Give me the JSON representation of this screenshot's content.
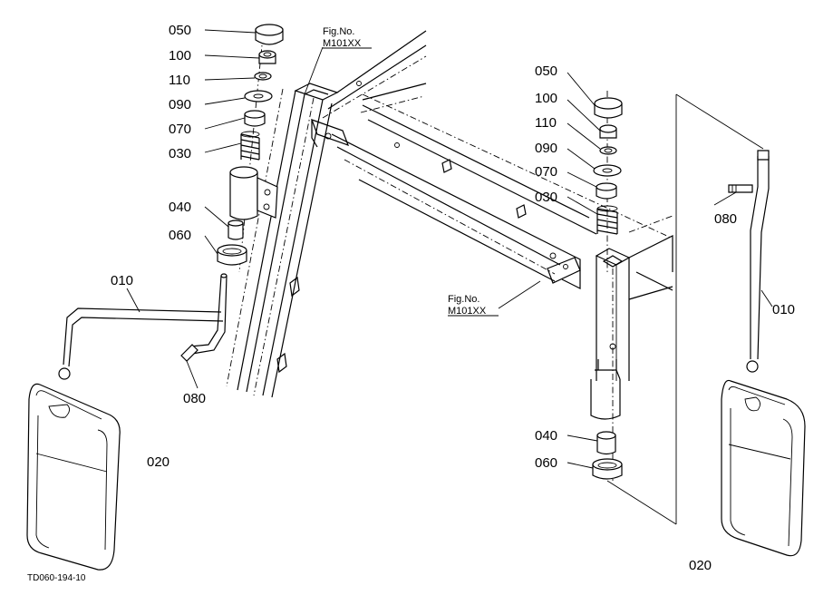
{
  "diagram": {
    "code": "TD060-194-10",
    "left_assembly": {
      "fig_ref": {
        "line1": "Fig.No.",
        "line2": "M101XX"
      },
      "labels": {
        "p050": "050",
        "p100": "100",
        "p110": "110",
        "p090": "090",
        "p070": "070",
        "p030": "030",
        "p040": "040",
        "p060": "060",
        "p010": "010",
        "p080": "080",
        "p020": "020"
      }
    },
    "right_assembly": {
      "fig_ref": {
        "line1": "Fig.No.",
        "line2": "M101XX"
      },
      "labels": {
        "p050": "050",
        "p100": "100",
        "p110": "110",
        "p090": "090",
        "p070": "070",
        "p030": "030",
        "p080": "080",
        "p010": "010",
        "p040": "040",
        "p060": "060",
        "p020": "020"
      }
    }
  }
}
